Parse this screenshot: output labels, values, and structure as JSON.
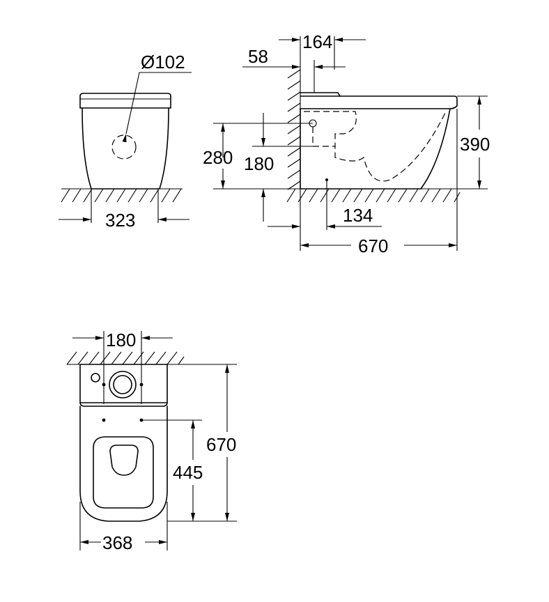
{
  "front_view": {
    "pipe_diameter": "Ø102",
    "base_width": "323"
  },
  "side_view": {
    "offset_164": "164",
    "offset_58": "58",
    "height_280": "280",
    "height_180": "180",
    "height_390": "390",
    "offset_134": "134",
    "length_670": "670"
  },
  "top_view": {
    "spacing_180": "180",
    "length_670": "670",
    "length_445": "445",
    "width_368": "368"
  }
}
